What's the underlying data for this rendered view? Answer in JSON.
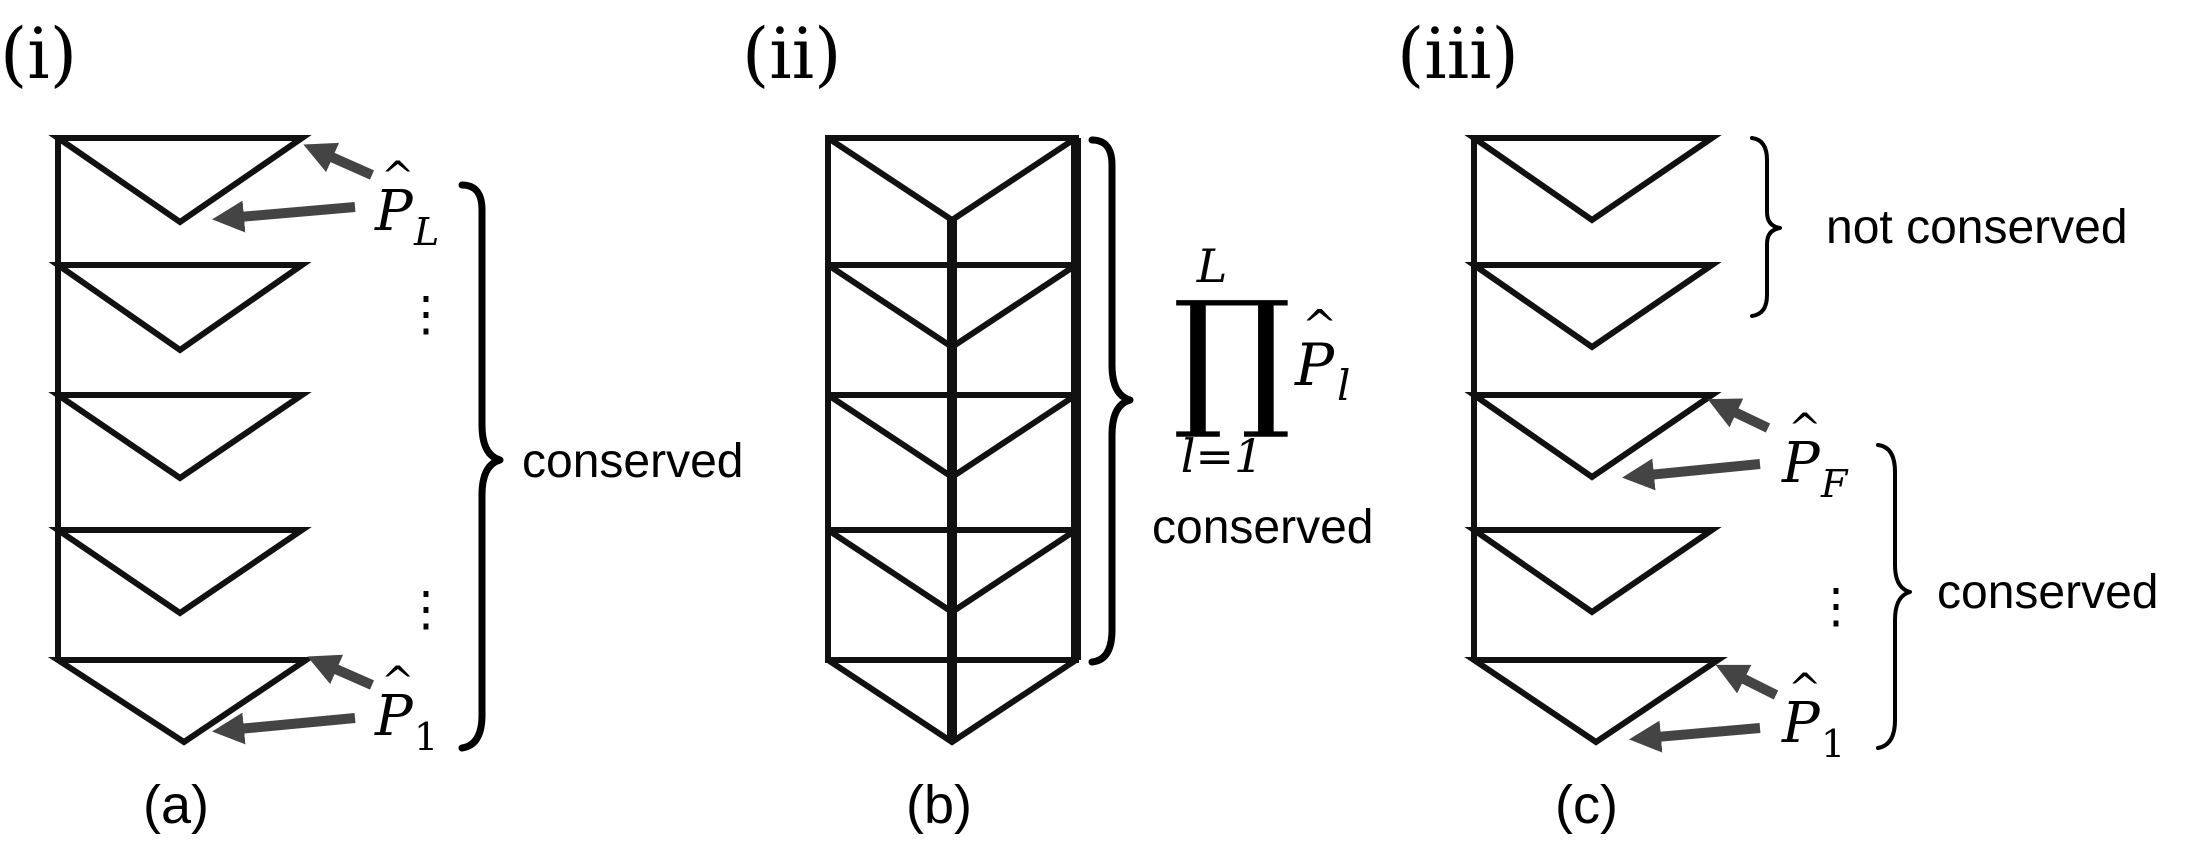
{
  "panels": [
    {
      "label": "(i)",
      "caption": "(a)",
      "operators": [
        {
          "base": "P",
          "sub": "L"
        },
        {
          "base": "P",
          "sub": "1"
        }
      ],
      "ellipsis": "⋮",
      "brace_label": "conserved"
    },
    {
      "label": "(ii)",
      "caption": "(b)",
      "product": {
        "symbol": "∏",
        "upper": "L",
        "lower": "l=1",
        "base": "P",
        "sub": "l"
      },
      "brace_label": "conserved"
    },
    {
      "label": "(iii)",
      "caption": "(c)",
      "operators": [
        {
          "base": "P",
          "sub": "F"
        },
        {
          "base": "P",
          "sub": "1"
        }
      ],
      "ellipsis": "⋮",
      "upper_brace_label": "not conserved",
      "brace_label": "conserved"
    }
  ]
}
